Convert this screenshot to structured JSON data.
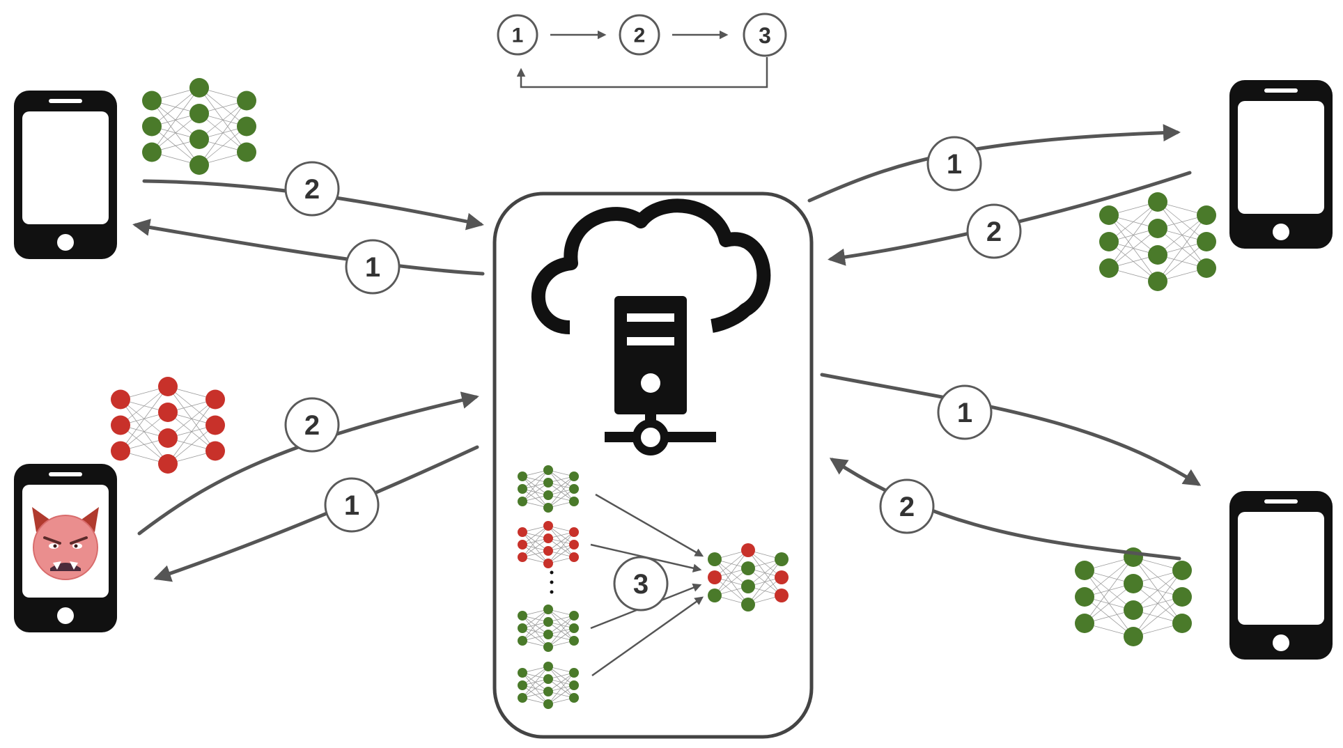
{
  "diagram": {
    "steps": [
      "1",
      "2",
      "3"
    ],
    "colors": {
      "benign_node": "#4a7a2a",
      "malicious_node": "#c8312a",
      "arrow": "#555555",
      "device": "#111111",
      "devil_face": "#ea8e8e"
    },
    "icons": [
      "cloud-server-icon",
      "smartphone-icon",
      "devil-face-icon",
      "neural-network-icon"
    ],
    "clients": [
      {
        "id": "client-top-left",
        "model": "benign"
      },
      {
        "id": "client-bottom-left",
        "model": "malicious"
      },
      {
        "id": "client-top-right",
        "model": "benign"
      },
      {
        "id": "client-bottom-right",
        "model": "benign"
      }
    ]
  }
}
